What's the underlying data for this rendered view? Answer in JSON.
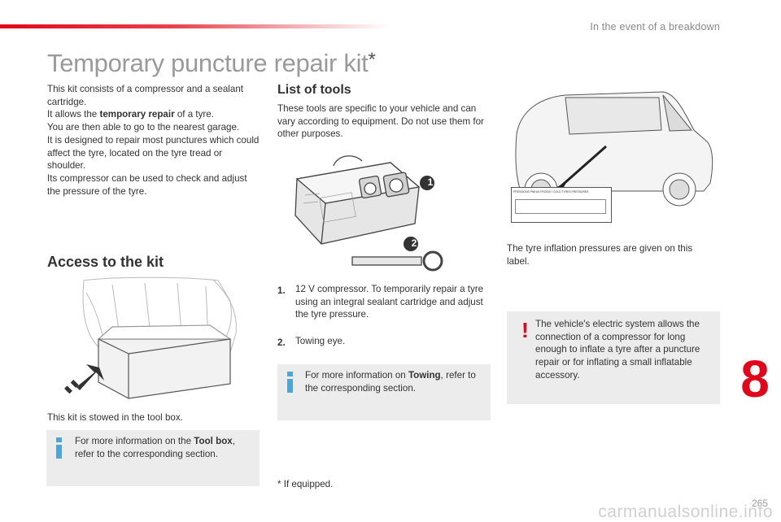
{
  "header": {
    "section_title": "In the event of a breakdown"
  },
  "page": {
    "title": "Temporary puncture repair kit",
    "title_mark": "*",
    "chapter_number": "8",
    "page_number": "265",
    "watermark": "carmanualsonline.info"
  },
  "intro": {
    "line1": "This kit consists of a compressor and a sealant cartridge.",
    "line2_pre": "It allows the ",
    "line2_bold": "temporary repair",
    "line2_post": " of a tyre.",
    "line3": "You are then able to go to the nearest garage.",
    "line4": "It is designed to repair most punctures which could affect the tyre, located on the tyre tread or shoulder.",
    "line5": "Its compressor can be used to check and adjust the pressure of the tyre."
  },
  "access": {
    "heading": "Access to the kit",
    "stowed_text": "This kit is stowed in the tool box.",
    "info_pre": "For more information on the ",
    "info_bold": "Tool box",
    "info_post": ", refer to the corresponding section."
  },
  "tools": {
    "heading": "List of tools",
    "intro": "These tools are specific to your vehicle and can vary according to equipment. Do not use them for other purposes.",
    "items": [
      {
        "num": "1.",
        "text": "12 V compressor. To temporarily repair a tyre using an integral sealant cartridge and adjust the tyre pressure."
      },
      {
        "num": "2.",
        "text": "Towing eye."
      }
    ],
    "callouts": [
      "1",
      "2"
    ],
    "info_pre": "For more information on ",
    "info_bold": "Towing",
    "info_post": ", refer to the corresponding section.",
    "footnote": "* If equipped."
  },
  "pressure": {
    "text": "The tyre inflation pressures are given on this label.",
    "label_heading": "PRESSIONS PNEUS FROIDS / COLD TYRES PRESSURES",
    "warning": "The vehicle's electric system allows the connection of a compressor for long enough to inflate a tyre after a puncture repair or for inflating a small inflatable accessory."
  },
  "colors": {
    "accent": "#e2061b",
    "info_icon": "#45a8e0",
    "box_bg": "#ececec",
    "heading_grey": "#9a9a9a"
  }
}
